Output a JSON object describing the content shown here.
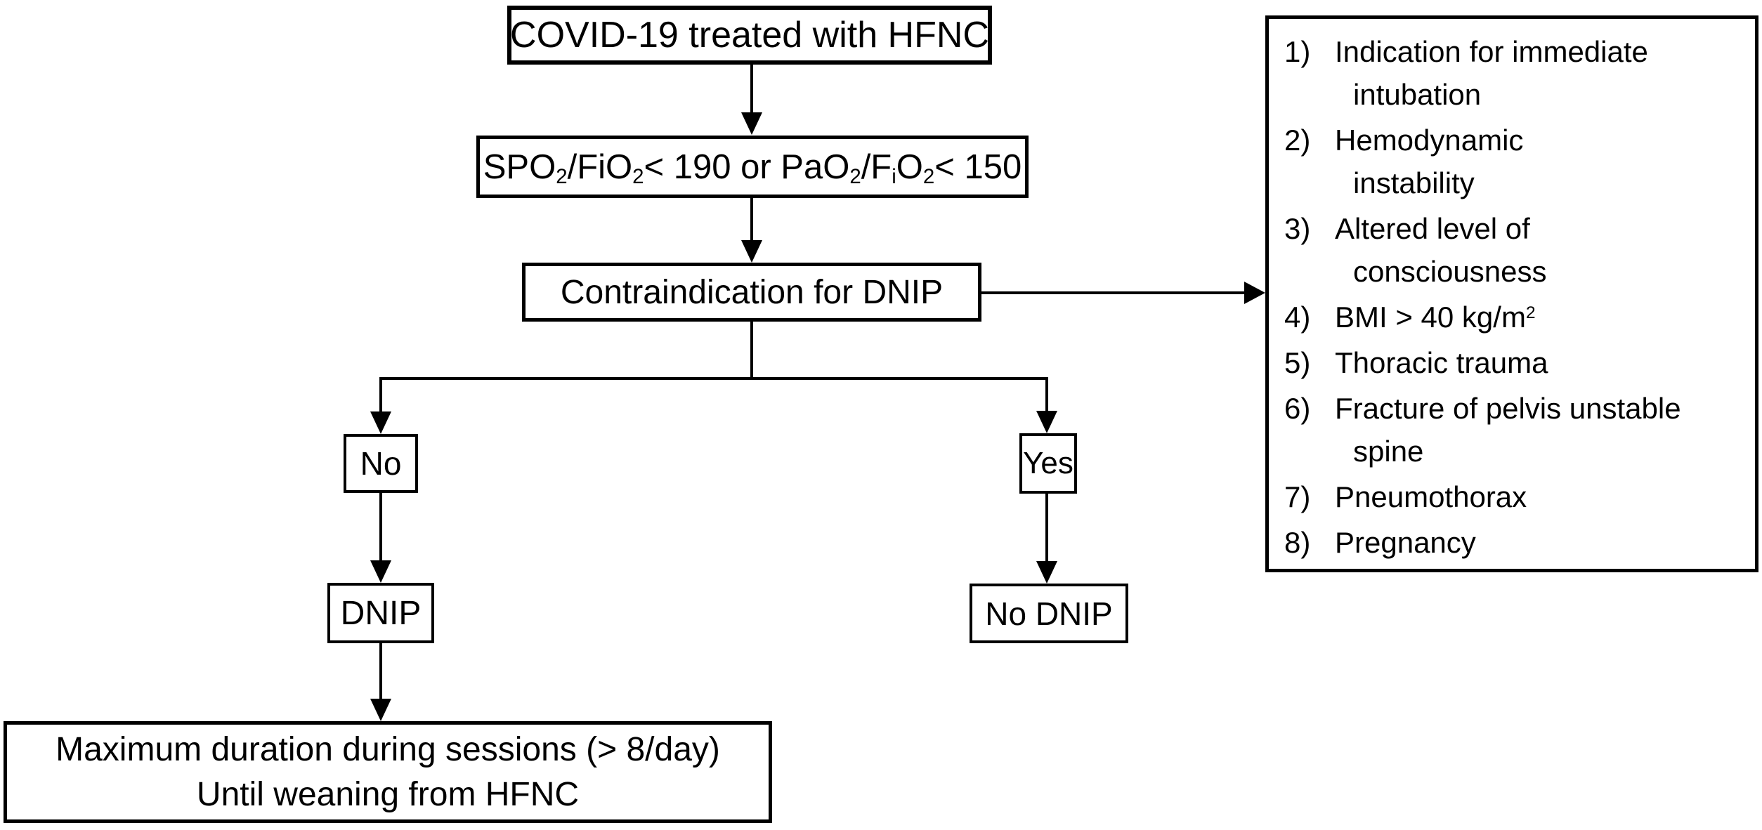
{
  "diagram": {
    "title": "COVID-19 HFNC / DNIP decision flowchart",
    "colors": {
      "line": "#000000",
      "background": "#ffffff",
      "text": "#000000"
    },
    "nodes": {
      "covid": {
        "label": "COVID-19 treated with HFNC"
      },
      "criteria": {
        "parts": [
          {
            "t": "SPO"
          },
          {
            "sub": "2"
          },
          {
            "t": "/FiO"
          },
          {
            "sub": "2"
          },
          {
            "t": " < 190 or PaO"
          },
          {
            "sub": "2"
          },
          {
            "t": "/F"
          },
          {
            "sub": "i"
          },
          {
            "t": "O"
          },
          {
            "sub": "2"
          },
          {
            "t": " < 150"
          }
        ]
      },
      "contraindication": {
        "label": "Contraindication for DNIP"
      },
      "no": {
        "label": "No"
      },
      "yes": {
        "label": "Yes"
      },
      "dnip": {
        "label": "DNIP"
      },
      "no_dnip": {
        "label": "No DNIP"
      },
      "max_duration": {
        "line1": "Maximum duration during sessions (> 8/day)",
        "line2": "Until weaning from HFNC"
      }
    },
    "contraindications": {
      "items": [
        {
          "num": "1)",
          "parts": [
            {
              "t": "Indication for immediate"
            },
            {
              "br": true
            },
            {
              "t": "intubation"
            }
          ]
        },
        {
          "num": "2)",
          "parts": [
            {
              "t": "Hemodynamic"
            },
            {
              "br": true
            },
            {
              "t": "instability"
            }
          ]
        },
        {
          "num": "3)",
          "parts": [
            {
              "t": "Altered level of"
            },
            {
              "br": true
            },
            {
              "t": "consciousness"
            }
          ]
        },
        {
          "num": "4)",
          "parts": [
            {
              "t": "BMI > 40 kg/m"
            },
            {
              "sup": "2"
            }
          ]
        },
        {
          "num": "5)",
          "parts": [
            {
              "t": "Thoracic trauma"
            }
          ]
        },
        {
          "num": "6)",
          "parts": [
            {
              "t": "Fracture of pelvis unstable"
            },
            {
              "br": true
            },
            {
              "t": "spine"
            }
          ]
        },
        {
          "num": "7)",
          "parts": [
            {
              "t": "Pneumothorax"
            }
          ]
        },
        {
          "num": "8)",
          "parts": [
            {
              "t": "Pregnancy"
            }
          ]
        }
      ]
    }
  }
}
